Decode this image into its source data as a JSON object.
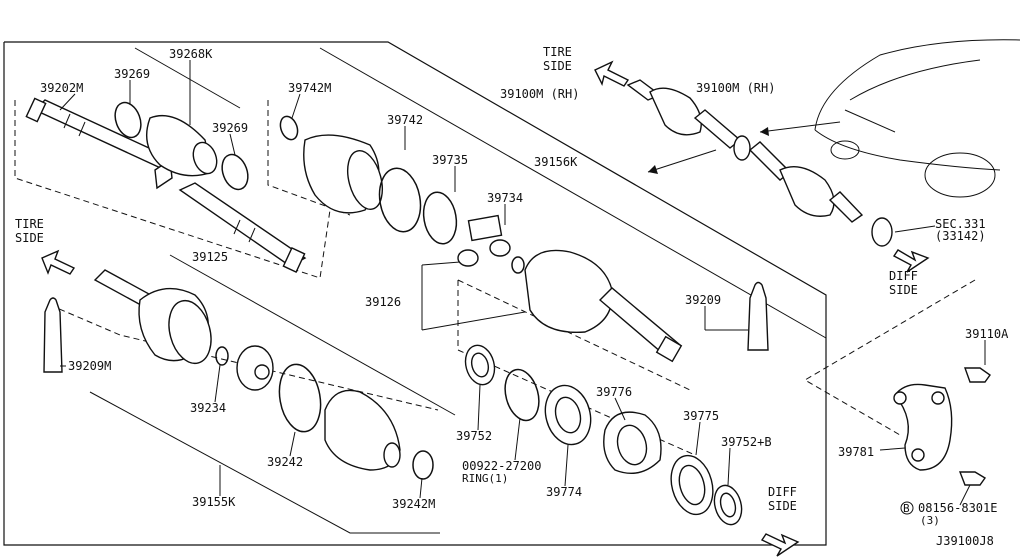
{
  "labels": {
    "p39202m": "39202M",
    "p39269a": "39269",
    "p39268k": "39268K",
    "p39269b": "39269",
    "p39742m": "39742M",
    "p39742": "39742",
    "p39100m_top": "39100M (RH)",
    "p39735": "39735",
    "p39156k": "39156K",
    "p39734": "39734",
    "p39125": "39125",
    "p39126": "39126",
    "p39209_right": "39209",
    "p39209m": "39209M",
    "p39234": "39234",
    "p39242": "39242",
    "p39155k": "39155K",
    "p39242m": "39242M",
    "p39752": "39752",
    "p00922_line1": "00922-27200",
    "p00922_line2": "RING(1)",
    "p39776": "39776",
    "p39774": "39774",
    "p39775": "39775",
    "p39752b": "39752+B",
    "p39100m_car": "39100M (RH)",
    "sec331_line1": "SEC.331",
    "sec331_line2": "(33142)",
    "p39110a": "39110A",
    "p39781": "39781",
    "bolt_code": "08156-8301E",
    "bolt_qty": "(3)",
    "bolt_symbol": "B",
    "diagram_id": "J39100J8"
  },
  "directions": {
    "tire_top_1": "TIRE",
    "tire_top_2": "SIDE",
    "tire_left_1": "TIRE",
    "tire_left_2": "SIDE",
    "diff_right_1": "DIFF",
    "diff_right_2": "SIDE",
    "diff_bottom_1": "DIFF",
    "diff_bottom_2": "SIDE"
  }
}
